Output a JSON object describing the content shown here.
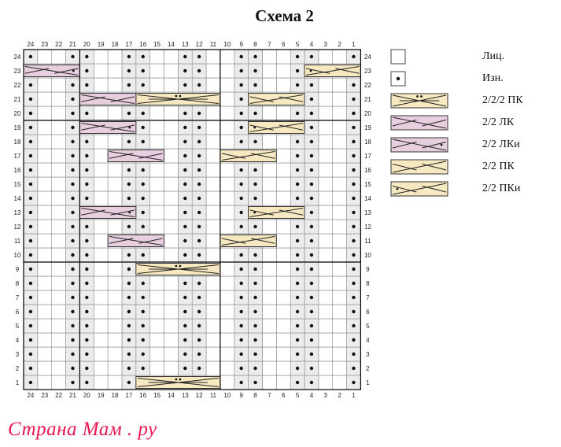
{
  "title": "Схема 2",
  "watermark": "Страна Мам . ру",
  "colors": {
    "pink": "#e8cfe0",
    "yellow": "#f6e8c0",
    "purl_column": "#ececec",
    "grid": "#888888",
    "major_line": "#000000",
    "watermark": "#e8174f"
  },
  "grid": {
    "columns": 24,
    "rows": 24,
    "column_numbers_bottom": [
      "24",
      "23",
      "22",
      "21",
      "20",
      "19",
      "18",
      "17",
      "16",
      "15",
      "14",
      "13",
      "12",
      "11",
      "10",
      "9",
      "8",
      "7",
      "6",
      "5",
      "4",
      "3",
      "2",
      "1"
    ],
    "row_numbers": [
      "1",
      "2",
      "3",
      "4",
      "5",
      "6",
      "7",
      "8",
      "9",
      "10",
      "11",
      "12",
      "13",
      "14",
      "15",
      "16",
      "17",
      "18",
      "19",
      "20",
      "21",
      "22",
      "23",
      "24"
    ],
    "purl_columns": [
      1,
      4,
      5,
      8,
      9,
      12,
      13,
      16,
      17,
      20,
      21,
      24
    ]
  },
  "legend": [
    {
      "symbol": "knit",
      "label": "Лиц."
    },
    {
      "symbol": "purl",
      "label": "Изн."
    },
    {
      "symbol": "2/2/2-right",
      "label": "2/2/2 ПК"
    },
    {
      "symbol": "2/2-left",
      "label": "2/2 ЛК"
    },
    {
      "symbol": "2/2-left-purl",
      "label": "2/2 ЛКи"
    },
    {
      "symbol": "2/2-right",
      "label": "2/2 ПК"
    },
    {
      "symbol": "2/2-right-purl",
      "label": "2/2 ПКи"
    }
  ],
  "cables": [
    {
      "row": 1,
      "col": 11,
      "width": 6,
      "type": "2/2/2-right"
    },
    {
      "row": 9,
      "col": 11,
      "width": 6,
      "type": "2/2/2-right"
    },
    {
      "row": 11,
      "col": 15,
      "width": 4,
      "type": "2/2-left"
    },
    {
      "row": 11,
      "col": 7,
      "width": 4,
      "type": "2/2-right"
    },
    {
      "row": 13,
      "col": 17,
      "width": 4,
      "type": "2/2-left-purl"
    },
    {
      "row": 13,
      "col": 5,
      "width": 4,
      "type": "2/2-right-purl"
    },
    {
      "row": 17,
      "col": 15,
      "width": 4,
      "type": "2/2-left"
    },
    {
      "row": 17,
      "col": 7,
      "width": 4,
      "type": "2/2-right"
    },
    {
      "row": 19,
      "col": 17,
      "width": 4,
      "type": "2/2-left-purl"
    },
    {
      "row": 19,
      "col": 5,
      "width": 4,
      "type": "2/2-right-purl"
    },
    {
      "row": 21,
      "col": 11,
      "width": 6,
      "type": "2/2/2-right"
    },
    {
      "row": 21,
      "col": 17,
      "width": 4,
      "type": "2/2-left"
    },
    {
      "row": 21,
      "col": 5,
      "width": 4,
      "type": "2/2-right"
    },
    {
      "row": 23,
      "col": 21,
      "width": 4,
      "type": "2/2-left-purl"
    },
    {
      "row": 23,
      "col": 1,
      "width": 4,
      "type": "2/2-right-purl"
    }
  ]
}
